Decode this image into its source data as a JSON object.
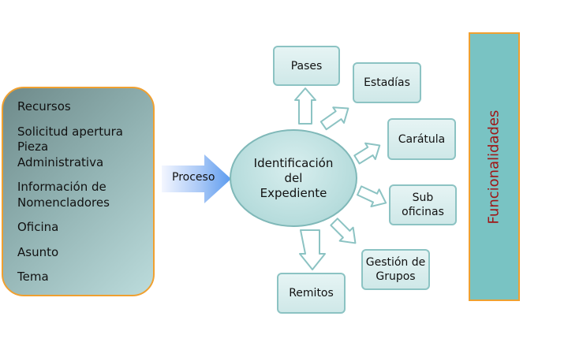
{
  "left_panel": {
    "items": [
      "Recursos",
      "Solicitud apertura\nPieza\nAdministrativa",
      "Información de\nNomencladores",
      "Oficina",
      "Asunto",
      "Tema"
    ]
  },
  "proceso_label": "Proceso",
  "center_label": "Identificación\ndel\nExpediente",
  "boxes": {
    "pases": "Pases",
    "estadias": "Estadías",
    "caratula": "Carátula",
    "sub_oficinas": "Sub\noficinas",
    "gestion_grupos": "Gestión de\nGrupos",
    "remitos": "Remitos"
  },
  "funcionalidades": "Funcionalidades",
  "colors": {
    "panel_border": "#f0a030",
    "box_border": "#8cc3c3",
    "bar_fill": "#79c3c3",
    "bar_text": "#a01515",
    "arrow_blue": "#5b9bef"
  }
}
